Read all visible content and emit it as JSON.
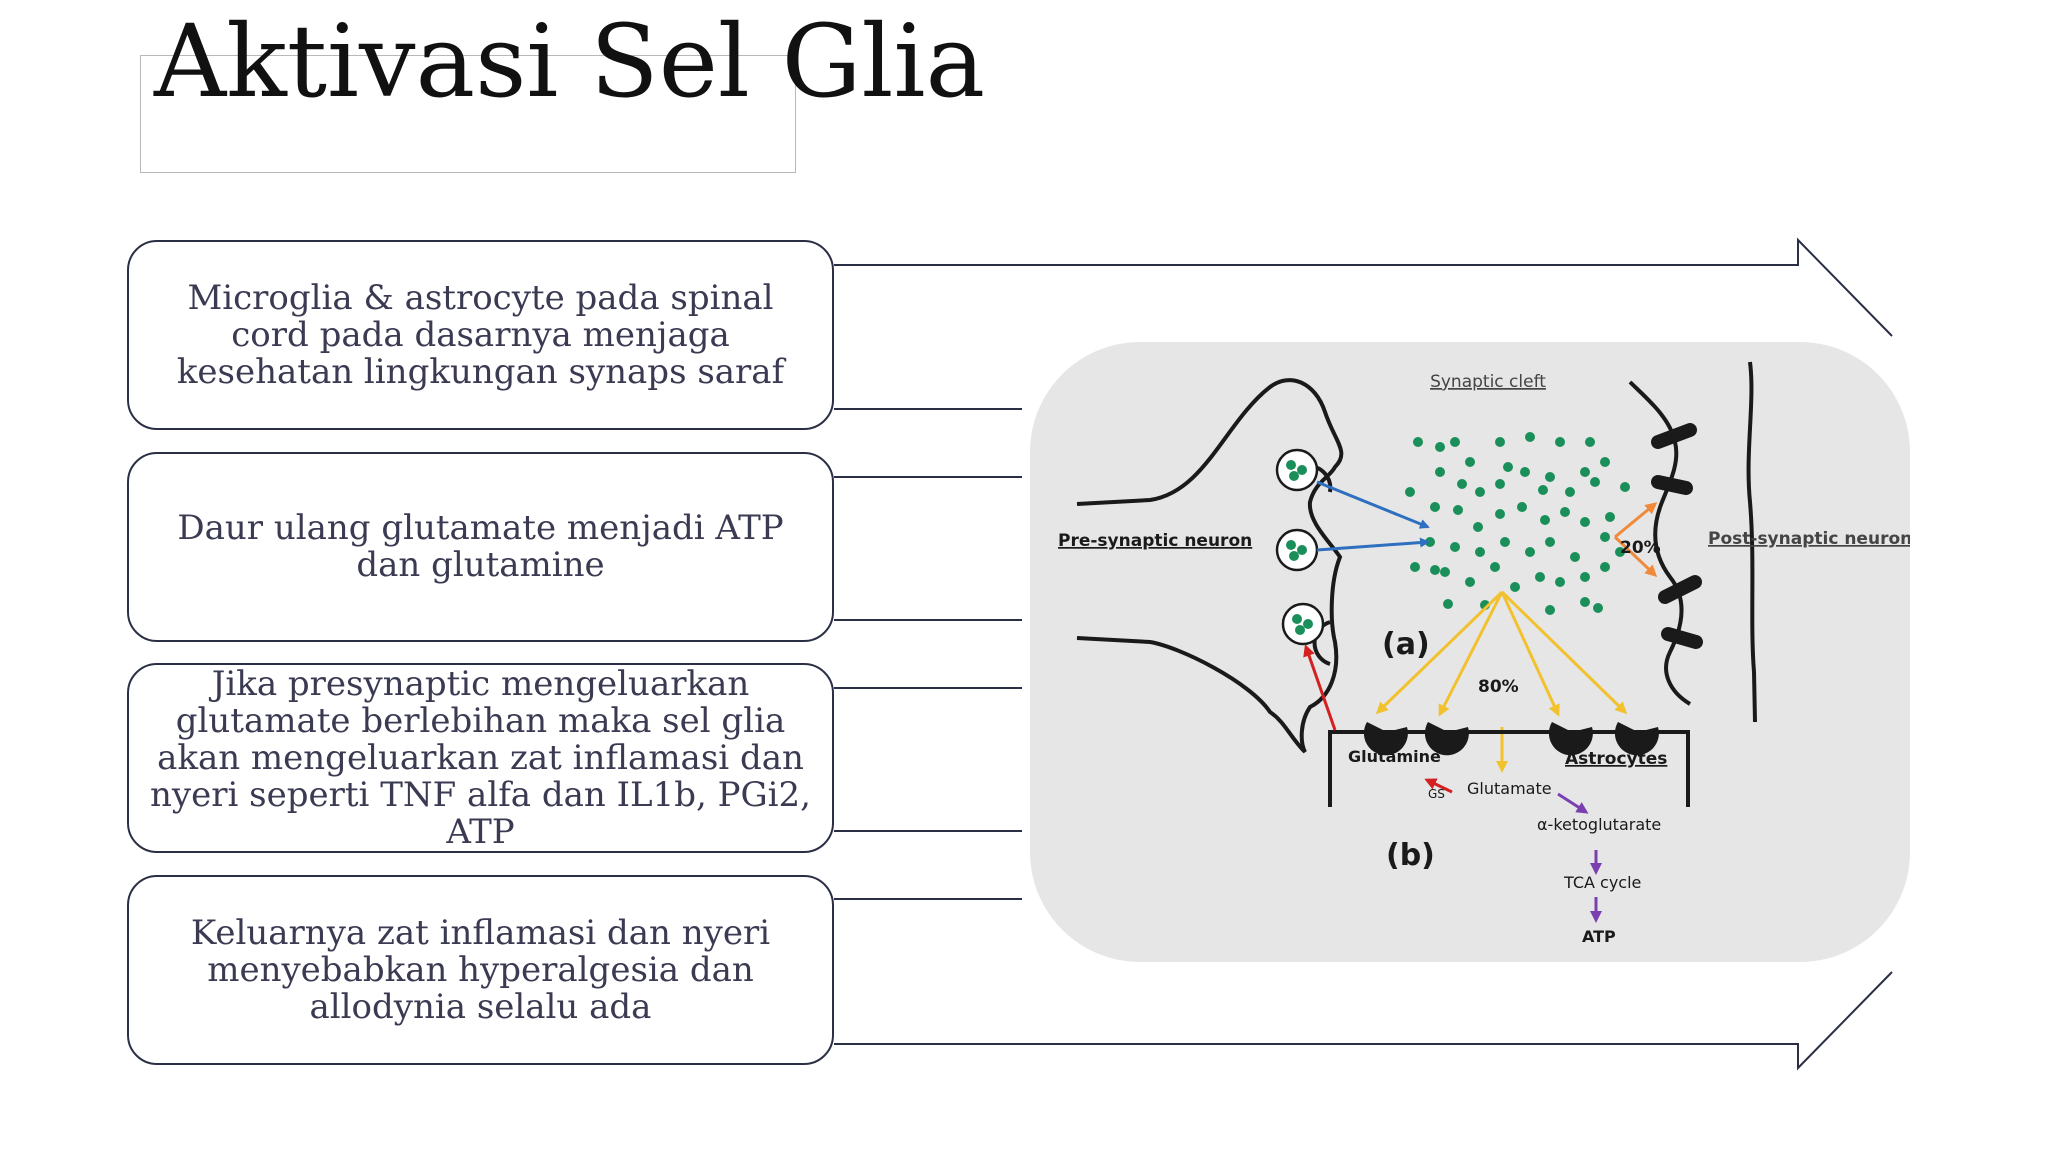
{
  "slide": {
    "title": "Aktivasi Sel Glia"
  },
  "steps": [
    {
      "text": "Microglia & astrocyte pada spinal cord pada dasarnya menjaga kesehatan lingkungan synaps saraf"
    },
    {
      "text": "Daur ulang glutamate menjadi ATP dan glutamine"
    },
    {
      "text": "Jika presynaptic mengeluarkan glutamate berlebihan maka sel glia akan mengeluarkan zat inflamasi dan nyeri seperti TNF alfa dan IL1b, PGi2, ATP"
    },
    {
      "text": "Keluarnya zat inflamasi dan nyeri menyebabkan hyperalgesia dan allodynia selalu ada"
    }
  ],
  "figure": {
    "synaptic_cleft": "Synaptic cleft",
    "pre_synaptic": "Pre-synaptic neuron",
    "post_synaptic": "Post-synaptic neuron",
    "label_a": "(a)",
    "label_b": "(b)",
    "pct_20": "20%",
    "pct_80": "80%",
    "glutamine": "Glutamine",
    "astrocytes": "Astrocytes",
    "gs": "GS",
    "glutamate": "Glutamate",
    "alpha_keto": "α-ketoglutarate",
    "tca": "TCA cycle",
    "atp": "ATP",
    "colors": {
      "vesicle": "#1a8f5a",
      "blue_arrow": "#2f6fbf",
      "orange_arrow": "#f08a3a",
      "yellow_arrow": "#f2c12e",
      "red_arrow": "#d32020",
      "purple_arrow": "#7a3fb0",
      "panel_bg": "#e6e6e6"
    }
  }
}
